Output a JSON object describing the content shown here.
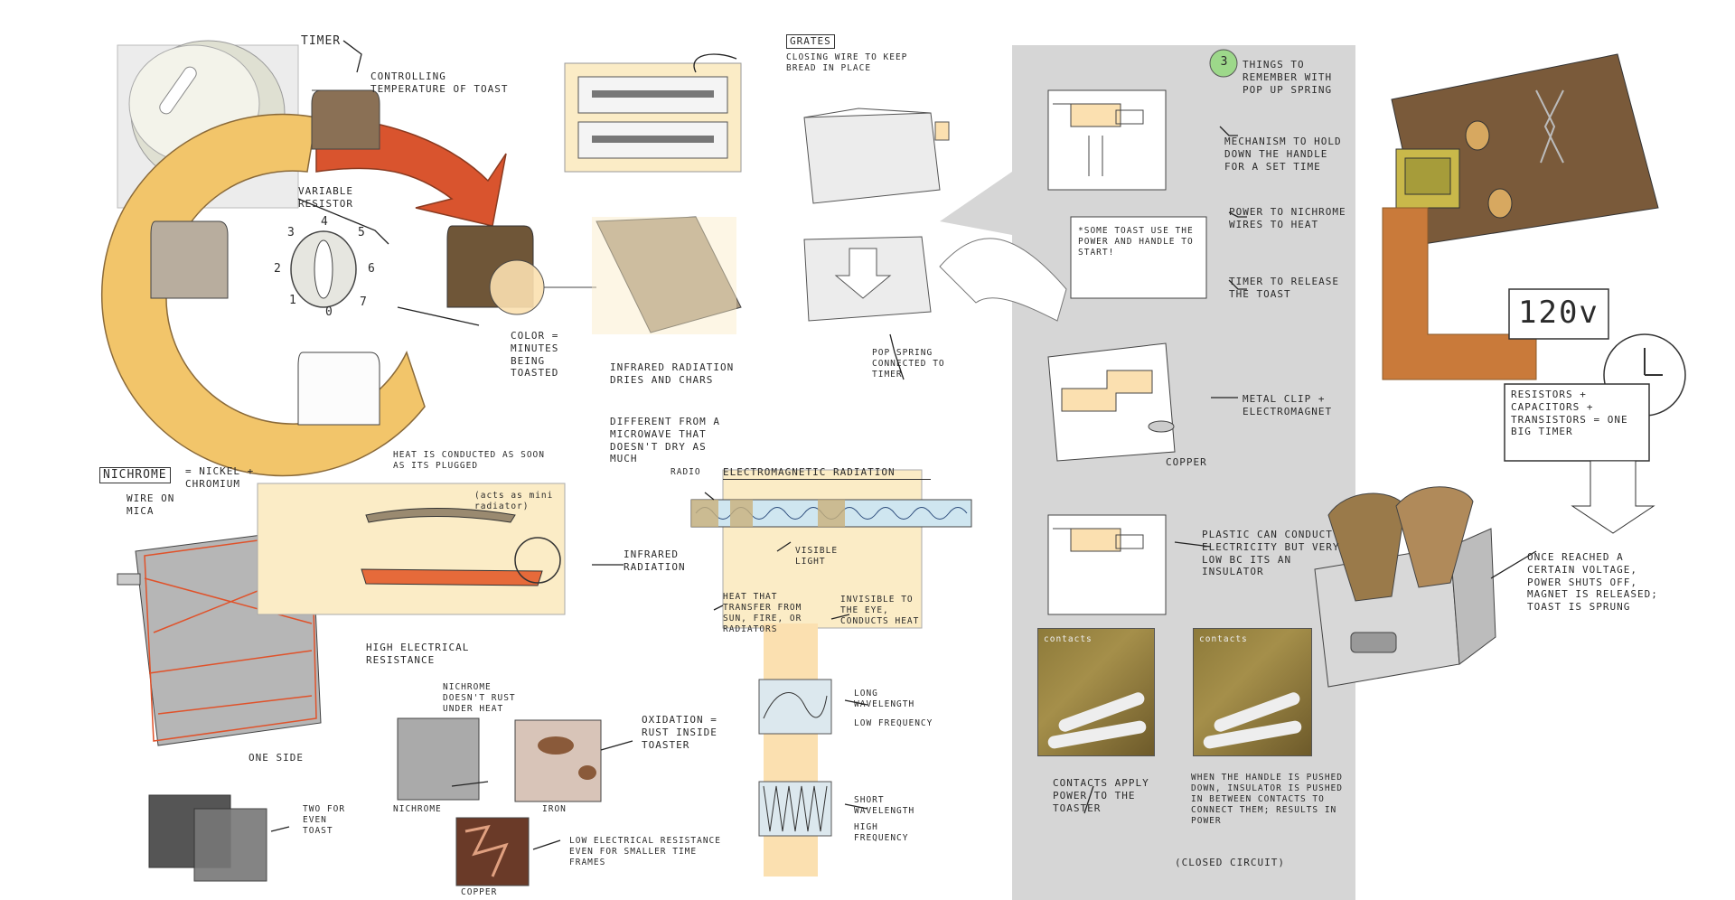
{
  "palette": {
    "gray_panel": "#d6d6d6",
    "light_yellow": "#fbecc6",
    "orange_wire": "#e0522a",
    "toast_brown": "#7a5a3a",
    "accent_green": "#9dd88a"
  },
  "timer": {
    "title": "Timer",
    "controlling": "Controlling temperature of toast",
    "variable_resistor": "Variable resistor",
    "dial_numbers": [
      "3",
      "4",
      "5",
      "2",
      "6",
      "1",
      "0",
      "7"
    ],
    "color_note": "Color = minutes being toasted"
  },
  "grates": {
    "title": "Grates",
    "note": "Closing wire to keep bread in place"
  },
  "infrared": {
    "dries": "Infrared radiation dries and chars",
    "different": "Different from a microwave that doesn't dry as much"
  },
  "pop_spring": "Pop spring connected to timer",
  "things": {
    "number": "3",
    "title": "Things to remember with pop up spring",
    "items": [
      "Mechanism to hold down the handle for a set time",
      "Power to nichrome wires to heat",
      "Timer to release the toast"
    ],
    "note": "*Some toast use the power and handle to start!"
  },
  "metal": {
    "clip": "Metal clip + electromagnet",
    "copper": "Copper"
  },
  "plastic": "Plastic can conduct electricity but very low bc its an insulator",
  "contacts": {
    "left": "Contacts apply power to the toaster",
    "right": "When the handle is pushed down, insulator is pushed in between contacts to connect them; results in power",
    "closed": "(Closed circuit)",
    "photo_label": "contacts"
  },
  "voltage": "120v",
  "resistors": "Resistors + capacitors + transistors = one big timer",
  "since": "Once reached a certain voltage, power shuts off, magnet is released; toast is sprung",
  "nichrome": {
    "title": "Nichrome",
    "def": "= Nickel + chromium",
    "wire": "Wire on mica",
    "one_side": "One side",
    "two_for": "Two for even toast",
    "high_res": "High electrical resistance",
    "nichrome_label": "Nichrome",
    "nichrome_rust": "Nichrome doesn't rust under heat",
    "iron": "Iron",
    "oxidation": "Oxidation = rust inside toaster",
    "copper": "Copper",
    "low_res": "Low electrical resistance even for smaller time frames"
  },
  "heat": {
    "conducted": "Heat is conducted as soon as its plugged",
    "mini": "(acts as mini radiator)",
    "infrared": "Infrared radiation",
    "transfer": "Heat that transfer from sun, fire, or radiators",
    "invisible": "Invisible to the eye, conducts heat"
  },
  "em": {
    "title": "Electromagnetic radiation",
    "radio": "Radio",
    "visible": "Visible light",
    "long": "Long wavelength",
    "low_f": "Low frequency",
    "short": "Short wavelength",
    "high_f": "High frequency"
  }
}
